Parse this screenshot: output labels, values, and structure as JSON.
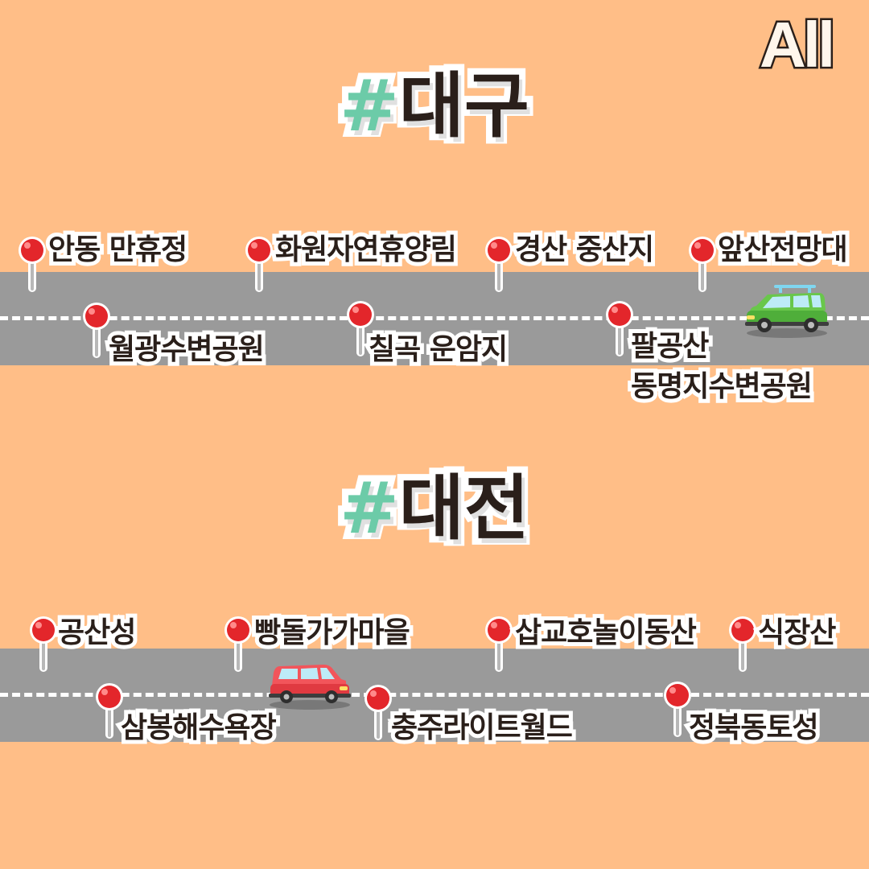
{
  "logo": {
    "text": "All"
  },
  "sections": {
    "daegu": {
      "title_hash": "#",
      "title_word": "대구",
      "places": [
        "안동 만휴정",
        "화원자연휴양림",
        "경산 중산지",
        "앞산전망대",
        "월광수변공원",
        "칠곡 운암지",
        "팔공산",
        "동명지수변공원"
      ]
    },
    "daejeon": {
      "title_hash": "#",
      "title_word": "대전",
      "places": [
        "공산성",
        "빵돌가가마을",
        "삽교호놀이동산",
        "식장산",
        "삼봉해수욕장",
        "충주라이트월드",
        "정북동토성"
      ]
    }
  },
  "icons": {
    "pin": "map-pin-icon",
    "car_green": "green-suv-icon",
    "car_red": "red-suv-icon"
  },
  "colors": {
    "background": "#FFBE87",
    "road": "#9A9A9A",
    "pin": "#E3262B",
    "hash": "#6CCBA8",
    "text": "#2A1F1A"
  }
}
